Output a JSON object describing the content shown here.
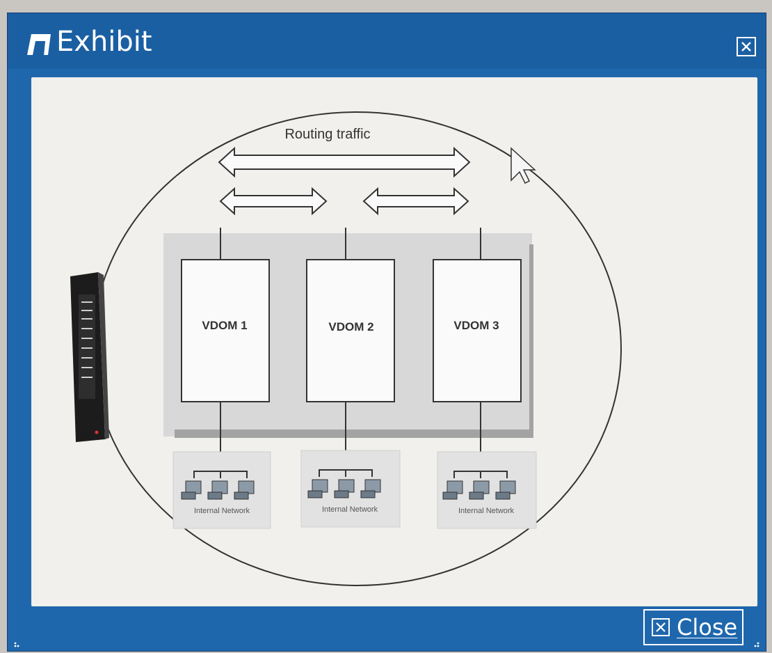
{
  "window": {
    "title": "Exhibit",
    "close_label": "Close"
  },
  "diagram": {
    "routing_label": "Routing traffic",
    "vdoms": [
      {
        "label": "VDOM 1"
      },
      {
        "label": "VDOM 2"
      },
      {
        "label": "VDOM 3"
      }
    ],
    "networks": [
      {
        "label": "Internal Network"
      },
      {
        "label": "Internal Network"
      },
      {
        "label": "Internal Network"
      }
    ]
  },
  "colors": {
    "window_blue": "#1f67ad",
    "content_bg": "#f1f0ec",
    "outline": "#333333"
  },
  "icons": [
    "exhibit-icon",
    "close-icon",
    "mouse-cursor-icon",
    "firewall-device-icon",
    "computer-icon"
  ]
}
